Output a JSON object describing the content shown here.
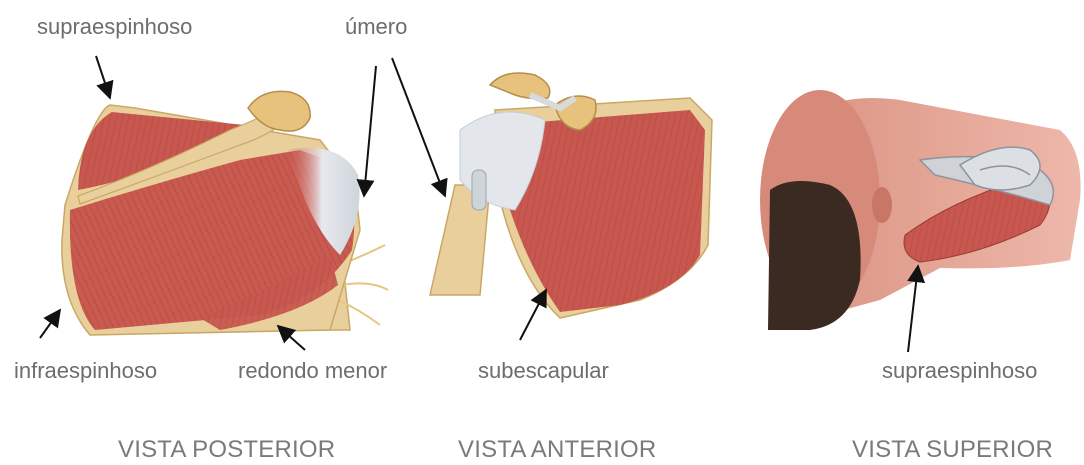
{
  "labels": {
    "supraespinhoso_top": "supraespinhoso",
    "umero": "úmero",
    "infraespinhoso": "infraespinhoso",
    "redondo_menor": "redondo menor",
    "subescapular": "subescapular",
    "supraespinhoso_right": "supraespinhoso"
  },
  "captions": {
    "posterior": "VISTA POSTERIOR",
    "anterior": "VISTA ANTERIOR",
    "superior": "VISTA SUPERIOR"
  },
  "colors": {
    "muscle": "#c8584f",
    "muscle_dark": "#9e3a35",
    "muscle_light": "#e08c7f",
    "bone": "#e9cf9b",
    "bone_dark": "#c9a865",
    "tendon": "#dfe3e8",
    "skin": "#e2a193",
    "hair": "#3a2a22",
    "text": "#6d6d6d",
    "arrow": "#111111"
  }
}
